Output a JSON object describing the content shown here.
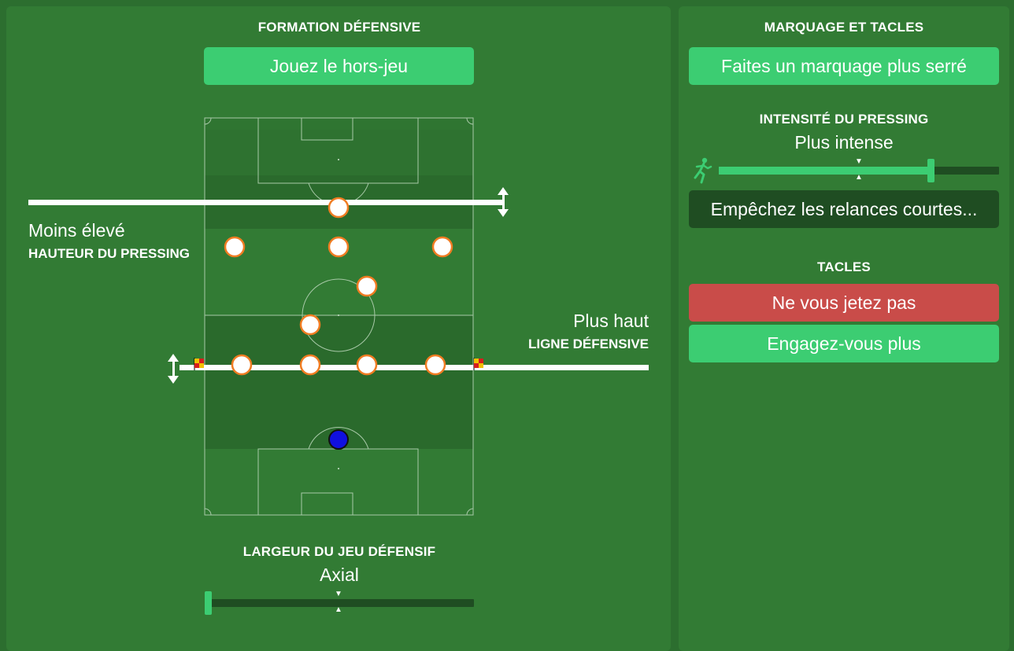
{
  "defensive": {
    "title": "FORMATION DÉFENSIVE",
    "offside_button": "Jouez le hors-jeu",
    "pressing_height": {
      "value": "Moins élevé",
      "label": "HAUTEUR DU PRESSING"
    },
    "defensive_line": {
      "value": "Plus haut",
      "label": "LIGNE DÉFENSIVE"
    },
    "width": {
      "label": "LARGEUR DU JEU DÉFENSIF",
      "value": "Axial",
      "level": 0
    }
  },
  "marking": {
    "title": "MARQUAGE ET TACLES",
    "marking_button": "Faites un marquage plus serré",
    "pressing_intensity": {
      "label": "INTENSITÉ DU PRESSING",
      "value": "Plus intense",
      "level": 0.75,
      "default_level": 0.5
    },
    "short_pass_button": "Empêchez les relances courtes...",
    "tackles_title": "TACLES",
    "tackle_options": [
      "Ne vous jetez pas",
      "Engagez-vous plus"
    ]
  },
  "colors": {
    "accent": "#3ccd72",
    "danger": "#c94c49",
    "dark": "#1f4d22",
    "player_ring": "#f07c22",
    "goalkeeper": "#1010e0"
  },
  "icons": [
    "running-figure-icon",
    "double-arrow-icon",
    "corner-flag-icon"
  ]
}
